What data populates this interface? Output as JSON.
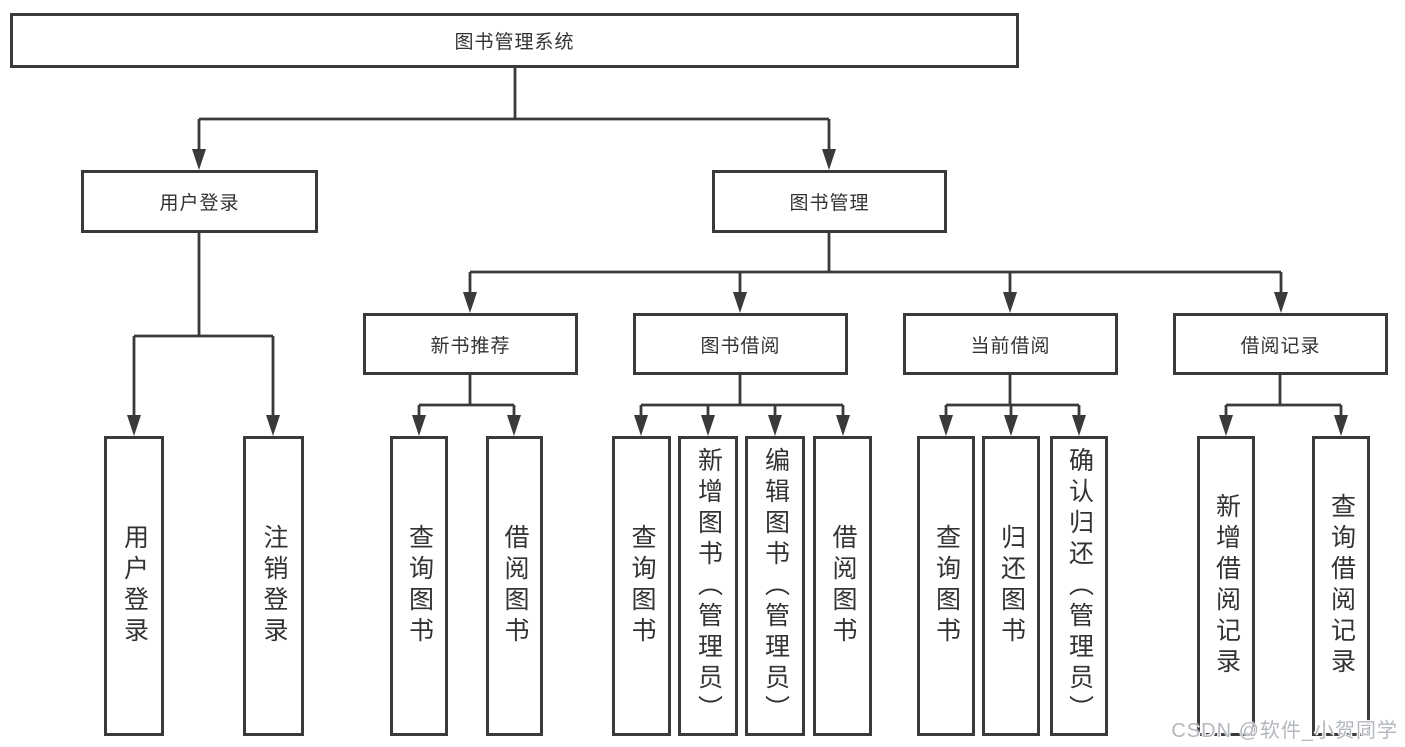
{
  "diagram": {
    "title": "图书管理系统",
    "branches": [
      {
        "label": "用户登录",
        "children": [
          {
            "label": "用户登录"
          },
          {
            "label": "注销登录"
          }
        ]
      },
      {
        "label": "图书管理",
        "children": [
          {
            "label": "新书推荐",
            "children": [
              {
                "label": "查询图书"
              },
              {
                "label": "借阅图书"
              }
            ]
          },
          {
            "label": "图书借阅",
            "children": [
              {
                "label": "查询图书"
              },
              {
                "label": "新增图书（管理员）"
              },
              {
                "label": "编辑图书（管理员）"
              },
              {
                "label": "借阅图书"
              }
            ]
          },
          {
            "label": "当前借阅",
            "children": [
              {
                "label": "查询图书"
              },
              {
                "label": "归还图书"
              },
              {
                "label": "确认归还（管理员）"
              }
            ]
          },
          {
            "label": "借阅记录",
            "children": [
              {
                "label": "新增借阅记录"
              },
              {
                "label": "查询借阅记录"
              }
            ]
          }
        ]
      }
    ]
  },
  "watermark": "CSDN @软件_小贺同学",
  "colors": {
    "line": "#3a3a3a",
    "text": "#333333",
    "background": "#ffffff",
    "watermark": "#b3b7be"
  }
}
